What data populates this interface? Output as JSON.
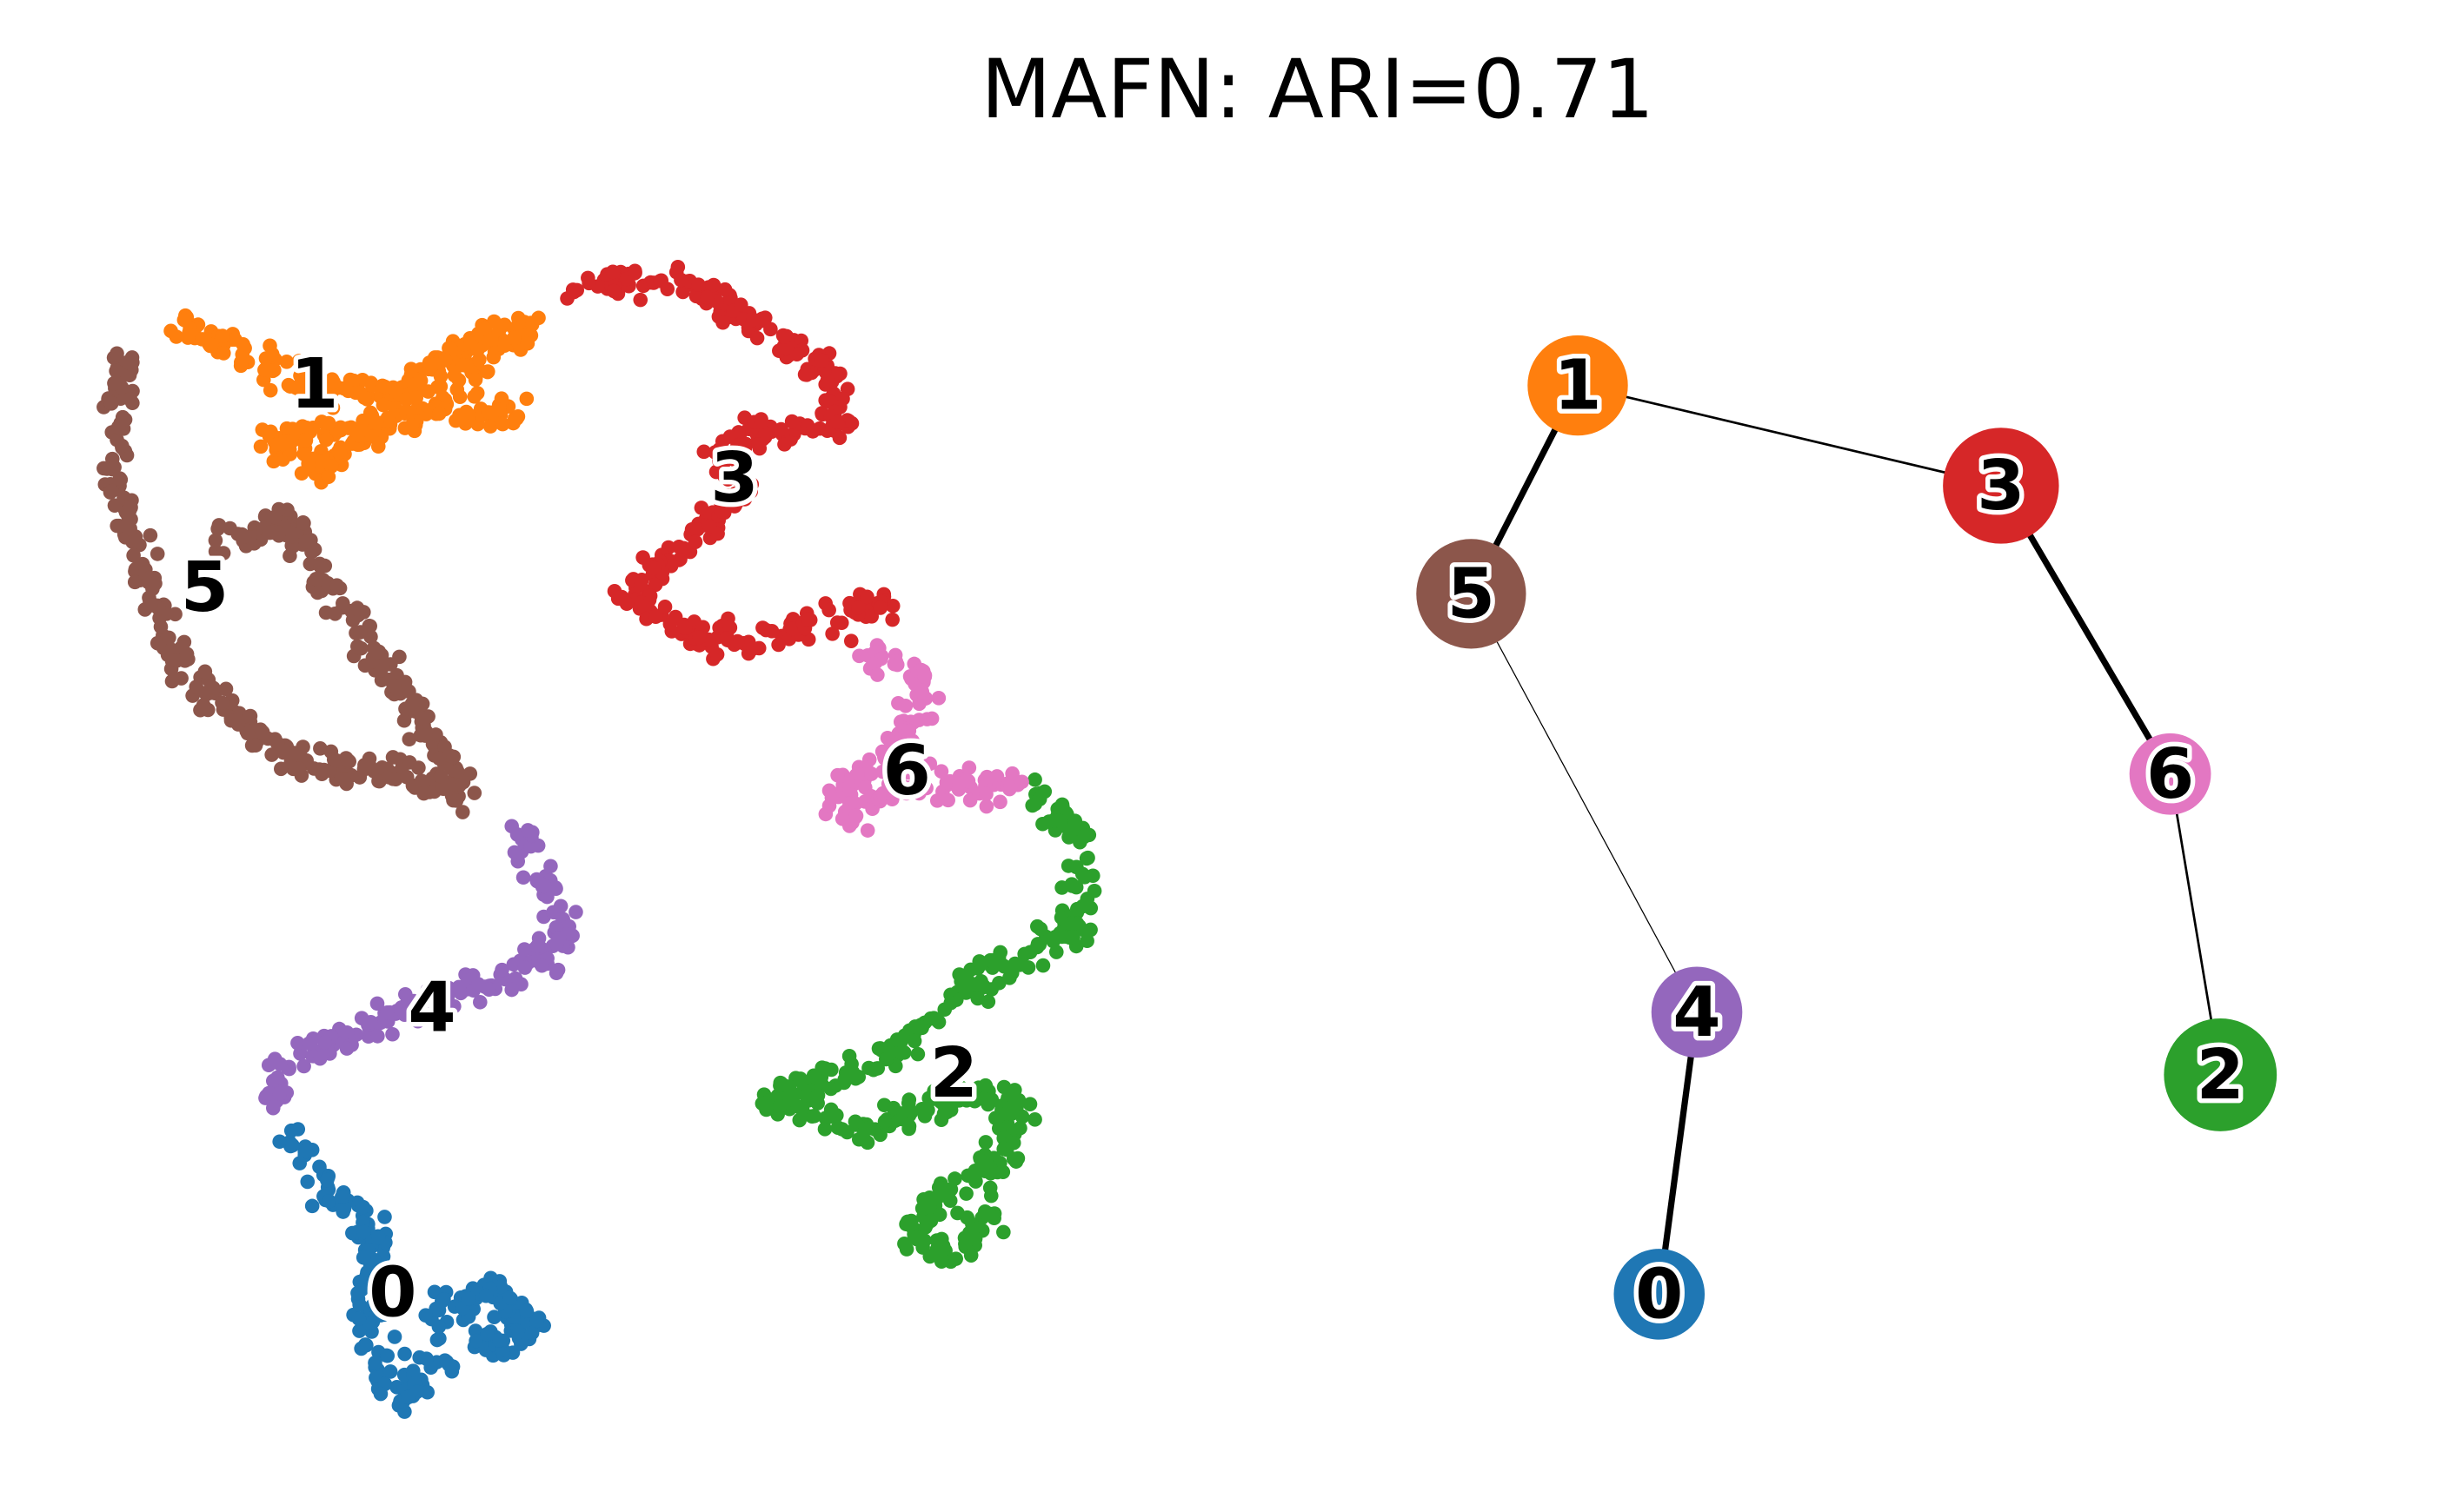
{
  "chart_data": {
    "type": "scatter",
    "title": "MAFN: ARI=0.71",
    "axes_visible": false,
    "grid": false,
    "colors": {
      "0": "#1f77b4",
      "1": "#ff7f0e",
      "2": "#2ca02c",
      "3": "#d62728",
      "4": "#9467bd",
      "5": "#8c564b",
      "6": "#e377c2"
    },
    "embedding": {
      "xlabel": "",
      "ylabel": "",
      "xlim": [
        0,
        72
      ],
      "ylim": [
        0,
        78
      ],
      "clusters": [
        {
          "id": "0",
          "label": "0",
          "center": [
            21,
            7.5
          ],
          "skeleton": [
            [
              14.5,
              17
            ],
            [
              17,
              14
            ],
            [
              20,
              11
            ],
            [
              19,
              8
            ],
            [
              20,
              4
            ],
            [
              21.5,
              1
            ],
            [
              25,
              4
            ],
            [
              30,
              5
            ],
            [
              27,
              8
            ],
            [
              23,
              6
            ]
          ]
        },
        {
          "id": "1",
          "label": "1",
          "center": [
            16,
            65.5
          ],
          "skeleton": [
            [
              6,
              70
            ],
            [
              11,
              67.5
            ],
            [
              16,
              65.5
            ],
            [
              21,
              65
            ],
            [
              26,
              68
            ],
            [
              30,
              69
            ],
            [
              16,
              60
            ],
            [
              13,
              62
            ],
            [
              29,
              64
            ]
          ]
        },
        {
          "id": "2",
          "label": "2",
          "center": [
            56.8,
            21.5
          ],
          "skeleton": [
            [
              62,
              39.5
            ],
            [
              65,
              36
            ],
            [
              64.5,
              31
            ],
            [
              61,
              29
            ],
            [
              56,
              26
            ],
            [
              52,
              22
            ],
            [
              45,
              20
            ],
            [
              51,
              18
            ],
            [
              58,
              20
            ],
            [
              61,
              20
            ],
            [
              60,
              16
            ],
            [
              56,
              14
            ],
            [
              54,
              11
            ],
            [
              57,
              10
            ],
            [
              59,
              13
            ]
          ]
        },
        {
          "id": "3",
          "label": "3",
          "center": [
            42.8,
            59.5
          ],
          "skeleton": [
            [
              32,
              71.5
            ],
            [
              38,
              72.5
            ],
            [
              43,
              70
            ],
            [
              48,
              67
            ],
            [
              50,
              63
            ],
            [
              42,
              62
            ],
            [
              43,
              58
            ],
            [
              38,
              54
            ],
            [
              36,
              52
            ],
            [
              41,
              49
            ],
            [
              48,
              50
            ],
            [
              53,
              52
            ]
          ]
        },
        {
          "id": "4",
          "label": "4",
          "center": [
            23.5,
            25.7
          ],
          "skeleton": [
            [
              29,
              37
            ],
            [
              31,
              33
            ],
            [
              32,
              30
            ],
            [
              28,
              27.5
            ],
            [
              23,
              26
            ],
            [
              18,
              24
            ],
            [
              14,
              22
            ],
            [
              13,
              19
            ]
          ]
        },
        {
          "id": "5",
          "label": "5",
          "center": [
            9,
            52.5
          ],
          "skeleton": [
            [
              4,
              67
            ],
            [
              3.5,
              60
            ],
            [
              5,
              53
            ],
            [
              7,
              48
            ],
            [
              11,
              44
            ],
            [
              16,
              41
            ],
            [
              21,
              41
            ],
            [
              26,
              39
            ],
            [
              14,
              57
            ],
            [
              9,
              55
            ]
          ]
        },
        {
          "id": "6",
          "label": "6",
          "center": [
            53.8,
            40.8
          ],
          "skeleton": [
            [
              51,
              48.5
            ],
            [
              54.5,
              47
            ],
            [
              54.5,
              44
            ],
            [
              52,
              40.5
            ],
            [
              49,
              39.5
            ],
            [
              50.5,
              37.5
            ],
            [
              53.5,
              40
            ],
            [
              58,
              40
            ],
            [
              61,
              39.8
            ]
          ]
        }
      ]
    },
    "graph": {
      "type": "network",
      "nodes": [
        {
          "id": "0",
          "label": "0",
          "x": 15.8,
          "y": 7.4,
          "size": 29
        },
        {
          "id": "1",
          "label": "1",
          "x": 10.6,
          "y": 65.4,
          "size": 32
        },
        {
          "id": "2",
          "label": "2",
          "x": 51.6,
          "y": 21.4,
          "size": 36
        },
        {
          "id": "3",
          "label": "3",
          "x": 37.6,
          "y": 59,
          "size": 37
        },
        {
          "id": "4",
          "label": "4",
          "x": 18.2,
          "y": 25.4,
          "size": 29
        },
        {
          "id": "5",
          "label": "5",
          "x": 3.8,
          "y": 52.1,
          "size": 35
        },
        {
          "id": "6",
          "label": "6",
          "x": 48.4,
          "y": 40.6,
          "size": 26
        }
      ],
      "edges": [
        {
          "source": "1",
          "target": "5",
          "weight": 4
        },
        {
          "source": "1",
          "target": "3",
          "weight": 1.5
        },
        {
          "source": "3",
          "target": "6",
          "weight": 4
        },
        {
          "source": "6",
          "target": "2",
          "weight": 1.5
        },
        {
          "source": "5",
          "target": "4",
          "weight": 0.7
        },
        {
          "source": "4",
          "target": "0",
          "weight": 4
        }
      ]
    }
  }
}
